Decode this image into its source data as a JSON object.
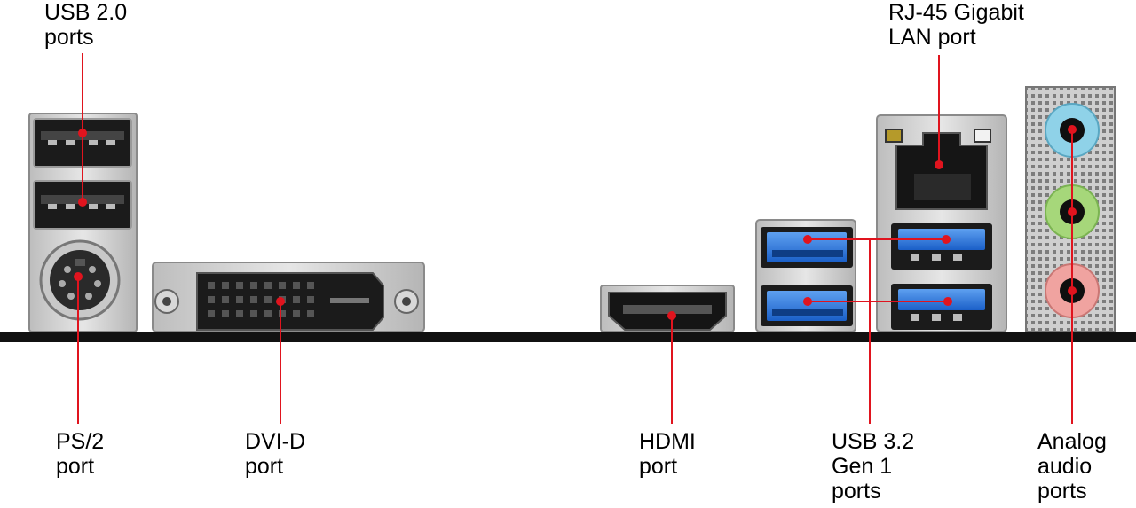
{
  "colors": {
    "callout_line": "#e0141e",
    "usb3_blue": "#1f6fd8",
    "audio_blue": "#8fd2e8",
    "audio_green": "#a6d77a",
    "audio_pink": "#f0a3a0",
    "metal": "#d6d6d6",
    "port_black": "#161616",
    "baseline": "#111111"
  },
  "labels": {
    "usb2": [
      "USB 2.0",
      "ports"
    ],
    "rj45": [
      "RJ-45 Gigabit",
      "LAN port"
    ],
    "ps2": [
      "PS/2",
      "port"
    ],
    "dvid": [
      "DVI-D",
      "port"
    ],
    "hdmi": [
      "HDMI",
      "port"
    ],
    "usb32": [
      "USB 3.2",
      "Gen 1",
      "ports"
    ],
    "audio": [
      "Analog",
      "audio",
      "ports"
    ]
  },
  "icons": {
    "usb2": "usb-a-port-icon",
    "ps2": "ps2-mini-din-icon",
    "dvi": "dvi-d-connector-icon",
    "hdmi": "hdmi-port-icon",
    "usb3": "usb3-port-icon",
    "rj45": "rj45-jack-icon",
    "audio": "audio-jack-icon"
  }
}
